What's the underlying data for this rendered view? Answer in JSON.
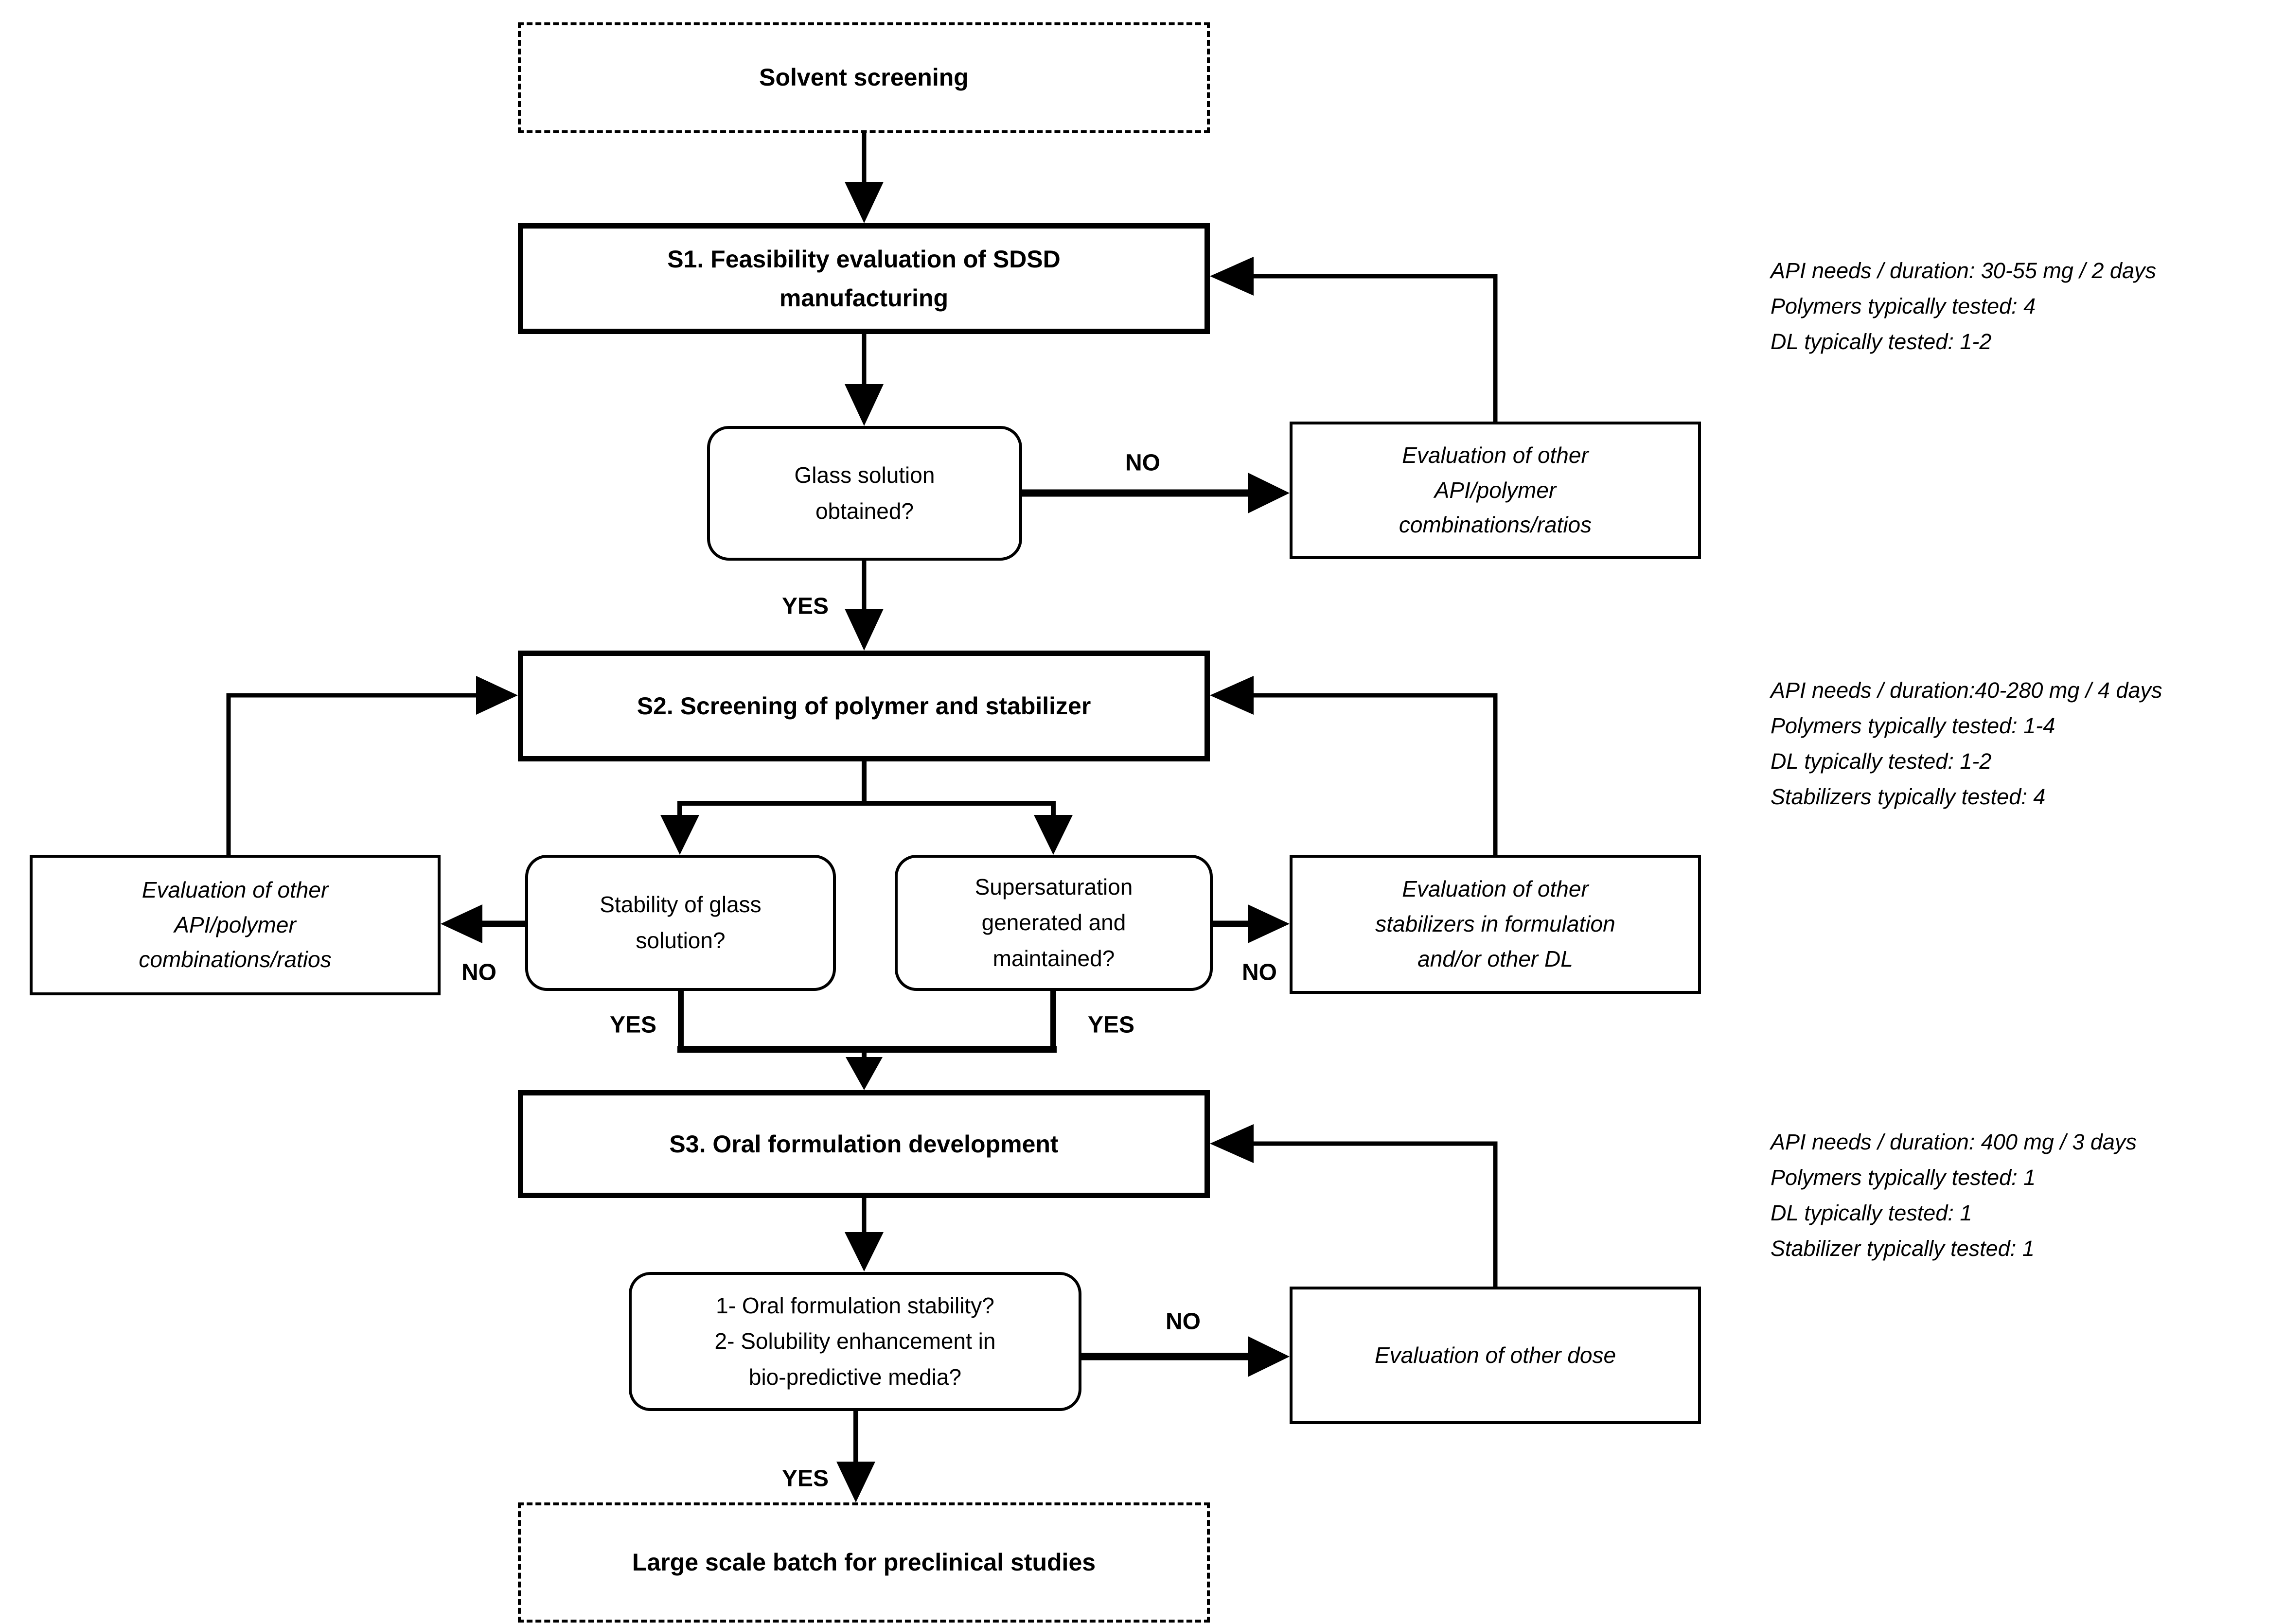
{
  "colors": {
    "ink": "#000000",
    "paper": "#ffffff"
  },
  "nodes": {
    "solvent": {
      "label": "Solvent screening"
    },
    "s1": {
      "label": "S1. Feasibility evaluation of SDSD\nmanufacturing"
    },
    "glass": {
      "label": "Glass solution\nobtained?"
    },
    "eval_api_top": {
      "label": "Evaluation of other\nAPI/polymer\ncombinations/ratios"
    },
    "s2": {
      "label": "S2. Screening of polymer and stabilizer"
    },
    "stability": {
      "label": "Stability of glass\nsolution?"
    },
    "supersat": {
      "label": "Supersaturation\ngenerated and\nmaintained?"
    },
    "eval_api_left": {
      "label": "Evaluation of other\nAPI/polymer\ncombinations/ratios"
    },
    "eval_stab": {
      "label": "Evaluation of other\nstabilizers in formulation\nand/or other DL"
    },
    "s3": {
      "label": "S3. Oral formulation development"
    },
    "oral": {
      "label": "1- Oral formulation stability?\n2- Solubility enhancement in\nbio-predictive media?"
    },
    "eval_dose": {
      "label": "Evaluation of other dose"
    },
    "large_scale": {
      "label": "Large scale batch for preclinical studies"
    }
  },
  "labels": {
    "glass_yes": "YES",
    "glass_no": "NO",
    "stability_no": "NO",
    "supersat_no": "NO",
    "stability_yes": "YES",
    "supersat_yes": "YES",
    "oral_no": "NO",
    "oral_yes": "YES"
  },
  "annotations": {
    "s1": {
      "lines": [
        "API needs / duration: 30-55 mg / 2 days",
        "Polymers typically tested: 4",
        "DL typically tested: 1-2"
      ]
    },
    "s2": {
      "lines": [
        "API needs / duration:40-280 mg / 4 days",
        "Polymers typically tested: 1-4",
        "DL typically tested: 1-2",
        "Stabilizers typically tested: 4"
      ]
    },
    "s3": {
      "lines": [
        "API needs / duration:  400 mg / 3 days",
        "Polymers typically tested: 1",
        "DL typically tested: 1",
        "Stabilizer typically tested: 1"
      ]
    }
  }
}
